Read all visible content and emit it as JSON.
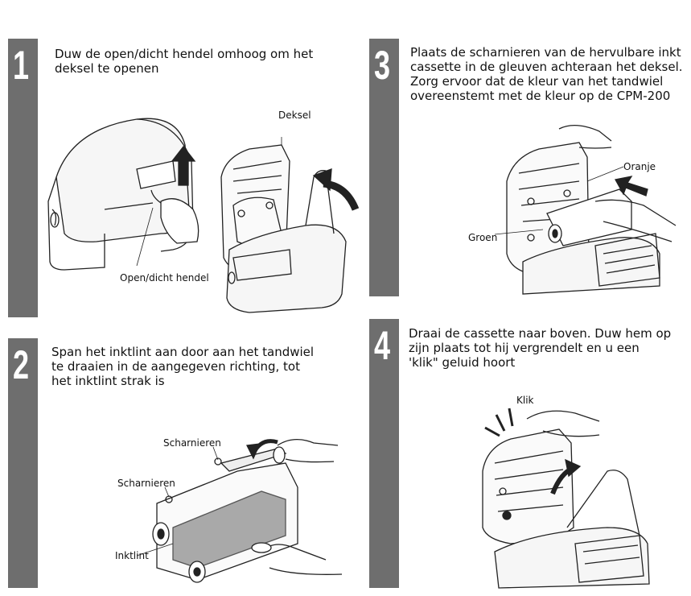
{
  "steps": [
    {
      "number": "1",
      "text_lines": [
        "Duw de open/dicht hendel omhoog om het",
        "deksel te openen"
      ],
      "callouts": [
        "Deksel",
        "Open/dicht hendel"
      ]
    },
    {
      "number": "2",
      "text_lines": [
        "Span het inktlint aan door aan het tandwiel",
        "te draaien in de aangegeven richting, tot",
        "het inktlint strak is"
      ],
      "callouts": [
        "Scharnieren",
        "Scharnieren",
        "Inktlint"
      ]
    },
    {
      "number": "3",
      "text_lines": [
        "Plaats de scharnieren van de hervulbare inkt",
        "cassette in de gleuven achteraan het deksel.",
        "Zorg ervoor dat de kleur van het tandwiel",
        "overeenstemt met de kleur op de CPM-200"
      ],
      "callouts": [
        "Oranje",
        "Groen"
      ]
    },
    {
      "number": "4",
      "text_lines": [
        "Draai de cassette naar boven. Duw hem op",
        "zijn plaats tot hij vergrendelt en u een",
        "'klik\" geluid hoort"
      ],
      "callouts": [
        "Klik"
      ]
    }
  ],
  "colors": {
    "bar": "#6e6e6e",
    "number": "#ffffff"
  }
}
